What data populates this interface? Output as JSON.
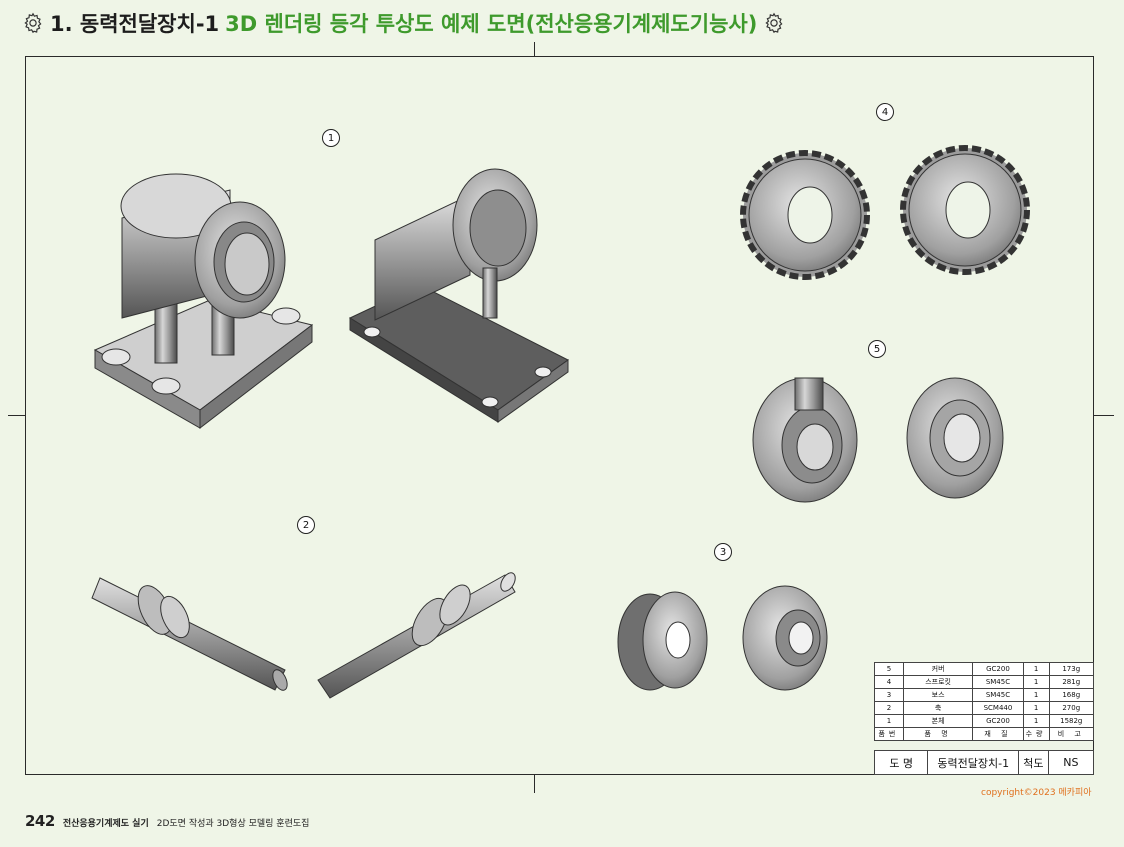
{
  "header": {
    "prefix": "1. 동력전달장치-1",
    "title": "3D 렌더링 등각 투상도 예제 도면(전산응용기계제도기능사)",
    "accent_color": "#3e9a2c"
  },
  "balloons": [
    "1",
    "2",
    "3",
    "4",
    "5"
  ],
  "parts_list": {
    "rows": [
      {
        "no": "5",
        "name": "커버",
        "material": "GC200",
        "qty": "1",
        "note": "173g"
      },
      {
        "no": "4",
        "name": "스프로킷",
        "material": "SM45C",
        "qty": "1",
        "note": "281g"
      },
      {
        "no": "3",
        "name": "보스",
        "material": "SM45C",
        "qty": "1",
        "note": "168g"
      },
      {
        "no": "2",
        "name": "축",
        "material": "SCM440",
        "qty": "1",
        "note": "270g"
      },
      {
        "no": "1",
        "name": "본체",
        "material": "GC200",
        "qty": "1",
        "note": "1582g"
      }
    ],
    "header": {
      "no": "품번",
      "name": "품 명",
      "material": "재 질",
      "qty": "수량",
      "note": "비 고"
    }
  },
  "title_block": {
    "drawing_name_label": "도 명",
    "drawing_name": "동력전달장치-1",
    "scale_label": "척도",
    "scale": "NS"
  },
  "copyright": "copyright©2023 메카피아",
  "footer": {
    "page_number": "242",
    "book_title": "전산응용기계제도 실기",
    "book_subtitle": "2D도면 작성과 3D형상 모델링 훈련도집"
  }
}
